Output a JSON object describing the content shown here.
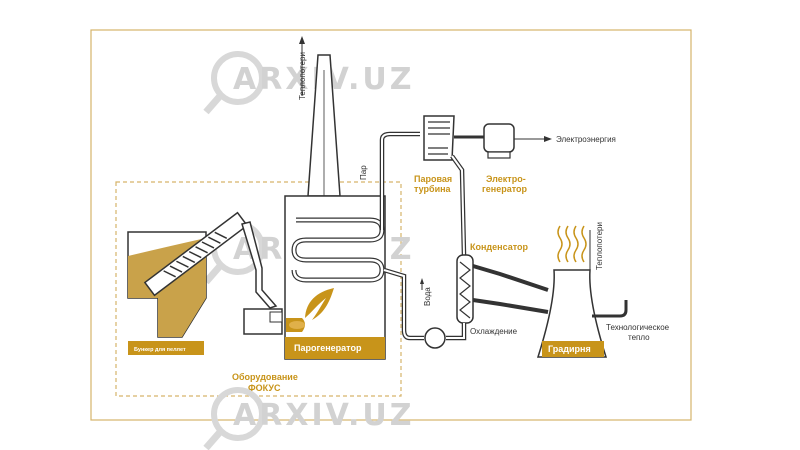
{
  "watermark": {
    "text": "ARXIV.UZ"
  },
  "colors": {
    "frame": "#d6b36a",
    "accent": "#c8941a",
    "fuel": "#c9a24a",
    "line": "#333333"
  },
  "labels": {
    "heat_loss_top": "Теплопотери",
    "steam": "Пар",
    "turbine": [
      "Паровая",
      "турбина"
    ],
    "generator": [
      "Электро-",
      "генератор"
    ],
    "electricity": "Электроэнергия",
    "condenser": "Конденсатор",
    "heat_loss_right": "Теплопотери",
    "water": "Вода",
    "cooling": "Охлаждение",
    "tech_heat": [
      "Технологическое",
      "тепло"
    ],
    "cooling_tower": "Градирня",
    "steam_generator": "Парогенератор",
    "bunker": "Бункер для пеллет",
    "equipment": [
      "Оборудование",
      "ФОКУС"
    ]
  }
}
